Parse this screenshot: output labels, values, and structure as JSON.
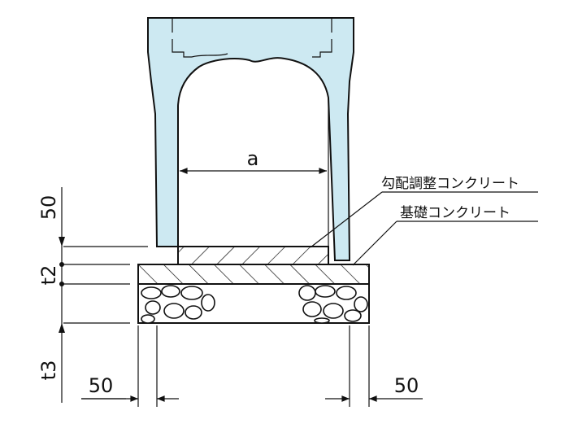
{
  "labels": {
    "gradient_concrete": "勾配調整コンクリート",
    "foundation_concrete": "基礎コンクリート"
  },
  "dimensions": {
    "inner_width": "a",
    "top_layer": "50",
    "foundation_thickness": "t2",
    "gravel_thickness": "t3",
    "left_offset": "50",
    "right_offset": "50"
  },
  "colors": {
    "structure_fill": "#cde9f2",
    "line": "#111111",
    "background": "#ffffff"
  }
}
